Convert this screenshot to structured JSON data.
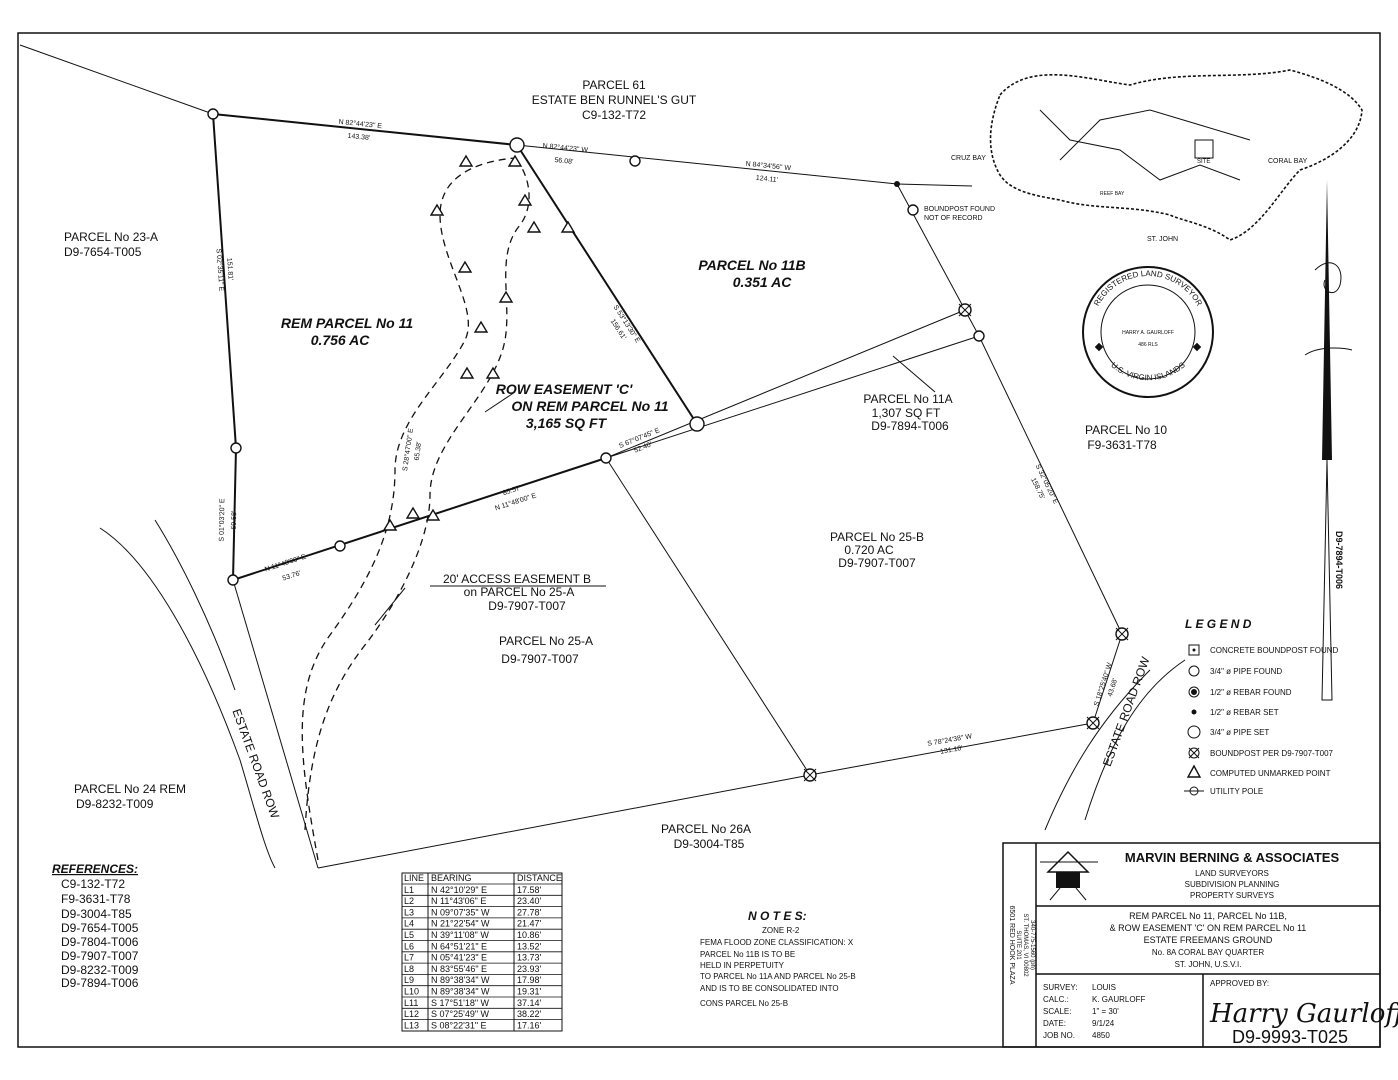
{
  "parcels": {
    "p61": [
      "PARCEL 61",
      "ESTATE BEN RUNNEL'S GUT",
      "C9-132-T72"
    ],
    "p23a": [
      "PARCEL No 23-A",
      "D9-7654-T005"
    ],
    "rem11": [
      "REM PARCEL No 11",
      "0.756 AC"
    ],
    "p11b": [
      "PARCEL No 11B",
      "0.351 AC"
    ],
    "easement_c": [
      "ROW EASEMENT 'C'",
      "ON REM PARCEL No 11",
      "3,165 SQ FT"
    ],
    "p11a": [
      "PARCEL No 11A",
      "1,307 SQ FT",
      "D9-7894-T006"
    ],
    "p10": [
      "PARCEL No 10",
      "F9-3631-T78"
    ],
    "p25b": [
      "PARCEL No 25-B",
      "0.720 AC",
      "D9-7907-T007"
    ],
    "access_b": [
      "20' ACCESS EASEMENT B",
      "on PARCEL No 25-A",
      "D9-7907-T007"
    ],
    "p25a": [
      "PARCEL No 25-A",
      "D9-7907-T007"
    ],
    "p24rem": [
      "PARCEL No 24 REM",
      "D9-8232-T009"
    ],
    "p26a": [
      "PARCEL No 26A",
      "D9-3004-T85"
    ],
    "road_left": "ESTATE ROAD ROW",
    "road_right": "ESTATE ROAD ROW",
    "boundpost_note": [
      "BOUNDPOST FOUND",
      "NOT OF RECORD"
    ]
  },
  "bearings": [
    {
      "text": "N 82°44'23\" E",
      "dist": "143.38'"
    },
    {
      "text": "N 82°44'23\" W",
      "dist": "56.08'"
    },
    {
      "text": "N 84°34'56\" W",
      "dist": "124.11'"
    },
    {
      "text": "S 02°35'11\" E",
      "dist": "151.81'"
    },
    {
      "text": "S 01°03'20\" E",
      "dist": "69.58'"
    },
    {
      "text": "N 11°48'00\" E",
      "dist": "53.76'"
    },
    {
      "text": "N 11°48'00\" E",
      "dist": "85.57'"
    },
    {
      "text": "S 53°13'30\" E",
      "dist": "156.61'"
    },
    {
      "text": "S 67°07'45\" E",
      "dist": "52.40'"
    },
    {
      "text": "S 28°47'00\" E",
      "dist": "65.38'"
    },
    {
      "text": "S 32°05'20\" E",
      "dist": "158.75'"
    },
    {
      "text": "S 78°24'38\" W",
      "dist": "131.10'"
    },
    {
      "text": "S 18°25'40\" W",
      "dist": "43.68'"
    }
  ],
  "map_inset": {
    "places": [
      "CRUZ BAY",
      "CORAL BAY",
      "SITE",
      "ST. JOHN",
      "REEF BAY"
    ]
  },
  "seal": {
    "ring_top": "REGISTERED LAND SURVEYOR",
    "ring_bottom": "U.S. VIRGIN ISLANDS",
    "name": "HARRY A. GAURLOFF",
    "number": "486 RLS"
  },
  "north_label": "D9-7894-T006",
  "legend": {
    "title": "L E G E N D",
    "items": [
      {
        "symbol": "concrete",
        "label": "CONCRETE BOUNDPOST FOUND"
      },
      {
        "symbol": "pipe-found",
        "label": "3/4\" ø PIPE FOUND"
      },
      {
        "symbol": "rebar-found",
        "label": "1/2\" ø REBAR FOUND"
      },
      {
        "symbol": "rebar-set",
        "label": "1/2\" ø REBAR SET"
      },
      {
        "symbol": "pipe-set",
        "label": "3/4\" ø PIPE SET"
      },
      {
        "symbol": "boundpost",
        "label": "BOUNDPOST PER D9-7907-T007"
      },
      {
        "symbol": "computed",
        "label": "COMPUTED UNMARKED POINT"
      },
      {
        "symbol": "utility",
        "label": "UTILITY POLE"
      }
    ]
  },
  "references": {
    "title": "REFERENCES:",
    "items": [
      "C9-132-T72",
      "F9-3631-T78",
      "D9-3004-T85",
      "D9-7654-T005",
      "D9-7804-T006",
      "D9-7907-T007",
      "D9-8232-T009",
      "D9-7894-T006"
    ]
  },
  "line_table": {
    "headers": [
      "LINE",
      "BEARING",
      "DISTANCE"
    ],
    "rows": [
      [
        "L1",
        "N 42°10'29\" E",
        "17.58'"
      ],
      [
        "L2",
        "N 11°43'06\" E",
        "23.40'"
      ],
      [
        "L3",
        "N 09°07'35\" W",
        "27.78'"
      ],
      [
        "L4",
        "N 21°22'54\" W",
        "21.47'"
      ],
      [
        "L5",
        "N 39°11'08\" W",
        "10.86'"
      ],
      [
        "L6",
        "N 64°51'21\" E",
        "13.52'"
      ],
      [
        "L7",
        "N 05°41'23\" E",
        "13.73'"
      ],
      [
        "L8",
        "N 83°55'46\" E",
        "23.93'"
      ],
      [
        "L9",
        "N 89°38'34\" W",
        "17.98'"
      ],
      [
        "L10",
        "N 89°38'34\" W",
        "19.31'"
      ],
      [
        "L11",
        "S 17°51'18\" W",
        "37.14'"
      ],
      [
        "L12",
        "S 07°25'49\" W",
        "38.22'"
      ],
      [
        "L13",
        "S 08°22'31\" E",
        "17.16'"
      ]
    ]
  },
  "notes": {
    "title": "N O T E S:",
    "lines": [
      "ZONE R-2",
      "FEMA FLOOD ZONE CLASSIFICATION: X",
      "PARCEL No 11B IS TO BE",
      "HELD IN PERPETUITY",
      "TO PARCEL No 11A AND PARCEL No 25-B",
      "AND IS TO BE CONSOLIDATED INTO",
      "CONS PARCEL No 25-B"
    ]
  },
  "title_block": {
    "firm": "MARVIN BERNING & ASSOCIATES",
    "services": [
      "LAND SURVEYORS",
      "SUBDIVISION PLANNING",
      "PROPERTY SURVEYS"
    ],
    "address": [
      "6501 RED HOOK PLAZA",
      "SUITE 201",
      "ST. THOMAS, VI 00802",
      "340-775-1560 (ph)"
    ],
    "project": [
      "REM PARCEL No 11, PARCEL No 11B,",
      "& ROW EASEMENT 'C' ON REM PARCEL No 11",
      "ESTATE FREEMANS GROUND",
      "No. 8A CORAL BAY QUARTER",
      "ST. JOHN, U.S.V.I."
    ],
    "fields": [
      {
        "label": "SURVEY:",
        "value": "LOUIS"
      },
      {
        "label": "CALC.:",
        "value": "K. GAURLOFF"
      },
      {
        "label": "SCALE:",
        "value": "1\" = 30'"
      },
      {
        "label": "DATE:",
        "value": "9/1/24"
      },
      {
        "label": "JOB NO.",
        "value": "4850"
      }
    ],
    "approved_label": "APPROVED BY:",
    "signature": "Harry Gaurloff",
    "drawing_no": "D9-9993-T025"
  }
}
